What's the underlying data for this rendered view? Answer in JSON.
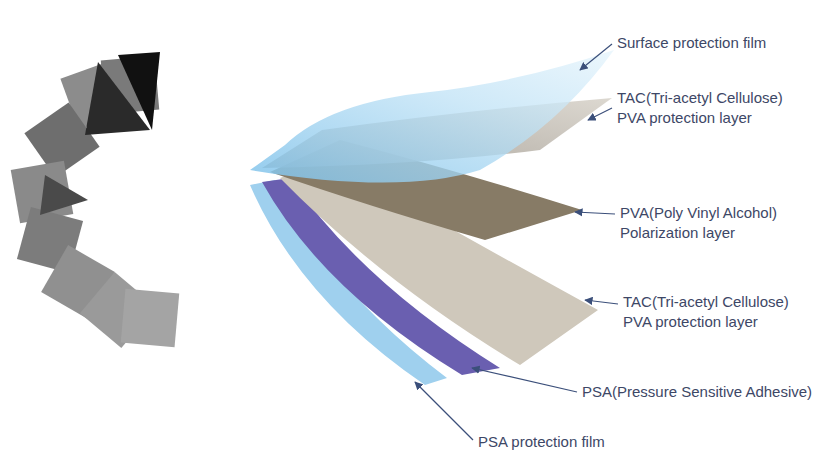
{
  "diagram": {
    "labels": [
      "Surface protection film",
      "TAC(Tri-acetyl Cellulose) PVA protection layer",
      "PVA(Poly Vinyl Alcohol) Polarization layer",
      "TAC(Tri-acetyl Cellulose) PVA protection layer",
      "PSA(Pressure Sensitive Adhesive)",
      "PSA protection film"
    ]
  }
}
